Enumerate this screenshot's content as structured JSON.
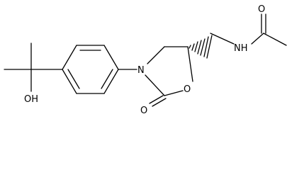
{
  "molecule": {
    "atoms": {
      "oh": "OH",
      "n_ring": "N",
      "o_ring": "O",
      "o_carbonyl": "O",
      "nh": "NH",
      "o_amide": "O"
    },
    "colors": {
      "bond": "#000000",
      "text": "#000000",
      "background": "#ffffff"
    }
  }
}
